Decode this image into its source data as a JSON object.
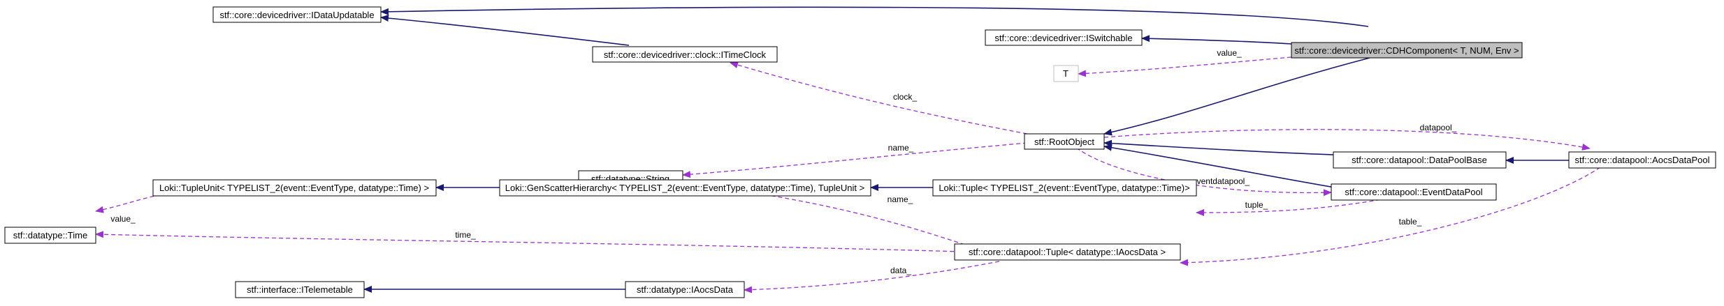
{
  "colors": {
    "inheritance_edge": "#191970",
    "usage_edge": "#9a32cd",
    "main_fill": "#bfbfbf",
    "node_fill": "#ffffff",
    "node_border": "#000000",
    "template_param_border": "#bfbfbf"
  },
  "nodes": [
    {
      "id": "idataupdatable",
      "label": "stf::core::devicedriver::IDataUpdatable"
    },
    {
      "id": "iswitchable",
      "label": "stf::core::devicedriver::ISwitchable"
    },
    {
      "id": "cdhcomponent",
      "label": "stf::core::devicedriver::CDHComponent< T, NUM, Env >",
      "main": true
    },
    {
      "id": "itimeclock",
      "label": "stf::core::devicedriver::clock::ITimeClock"
    },
    {
      "id": "t",
      "label": "T"
    },
    {
      "id": "rootobject",
      "label": "stf::RootObject"
    },
    {
      "id": "string",
      "label": "stf::datatype::String"
    },
    {
      "id": "datapoolbase",
      "label": "stf::core::datapool::DataPoolBase"
    },
    {
      "id": "aocsdatapool",
      "label": "stf::core::datapool::AocsDataPool"
    },
    {
      "id": "eventdatapool",
      "label": "stf::core::datapool::EventDataPool"
    },
    {
      "id": "tupleunit",
      "label": "Loki::TupleUnit< TYPELIST_2(event::EventType, datatype::Time) >"
    },
    {
      "id": "genscatter",
      "label": "Loki::GenScatterHierarchy< TYPELIST_2(event::EventType, datatype::Time), TupleUnit >"
    },
    {
      "id": "lokituple",
      "label": "Loki::Tuple< TYPELIST_2(event::EventType, datatype::Time)>"
    },
    {
      "id": "time",
      "label": "stf::datatype::Time"
    },
    {
      "id": "dptuple",
      "label": "stf::core::datapool::Tuple< datatype::IAocsData >"
    },
    {
      "id": "itelemetable",
      "label": "stf::interface::ITelemetable"
    },
    {
      "id": "iaocsdata",
      "label": "stf::datatype::IAocsData"
    }
  ],
  "edges": [
    {
      "id": "e1",
      "kind": "inheritance",
      "from": "cdhcomponent",
      "to": "idataupdatable",
      "label": ""
    },
    {
      "id": "e2",
      "kind": "inheritance",
      "from": "itimeclock",
      "to": "idataupdatable",
      "label": ""
    },
    {
      "id": "e3",
      "kind": "inheritance",
      "from": "cdhcomponent",
      "to": "iswitchable",
      "label": ""
    },
    {
      "id": "e4",
      "kind": "usage",
      "from": "cdhcomponent",
      "to": "t",
      "label": "value_"
    },
    {
      "id": "e5",
      "kind": "inheritance",
      "from": "cdhcomponent",
      "to": "rootobject",
      "label": ""
    },
    {
      "id": "e6",
      "kind": "usage",
      "from": "rootobject",
      "to": "itimeclock",
      "label": "clock_"
    },
    {
      "id": "e7",
      "kind": "usage",
      "from": "rootobject",
      "to": "string",
      "label": "name_"
    },
    {
      "id": "e8",
      "kind": "usage",
      "from": "rootobject",
      "to": "aocsdatapool",
      "label": "datapool_"
    },
    {
      "id": "e9",
      "kind": "inheritance",
      "from": "datapoolbase",
      "to": "rootobject",
      "label": ""
    },
    {
      "id": "e10",
      "kind": "inheritance",
      "from": "aocsdatapool",
      "to": "datapoolbase",
      "label": ""
    },
    {
      "id": "e11",
      "kind": "inheritance",
      "from": "eventdatapool",
      "to": "rootobject",
      "label": ""
    },
    {
      "id": "e12",
      "kind": "usage",
      "from": "rootobject",
      "to": "eventdatapool",
      "label": "eventdatapool_"
    },
    {
      "id": "e13",
      "kind": "usage",
      "from": "eventdatapool",
      "to": "lokituple",
      "label": "tuple_"
    },
    {
      "id": "e14",
      "kind": "inheritance",
      "from": "lokituple",
      "to": "genscatter",
      "label": ""
    },
    {
      "id": "e15",
      "kind": "inheritance",
      "from": "genscatter",
      "to": "tupleunit",
      "label": ""
    },
    {
      "id": "e16",
      "kind": "usage",
      "from": "tupleunit",
      "to": "time",
      "label": "value_"
    },
    {
      "id": "e17",
      "kind": "usage",
      "from": "dptuple",
      "to": "time",
      "label": "time_"
    },
    {
      "id": "e18",
      "kind": "usage",
      "from": "dptuple",
      "to": "string",
      "label": "name_"
    },
    {
      "id": "e19",
      "kind": "usage",
      "from": "aocsdatapool",
      "to": "dptuple",
      "label": "table_"
    },
    {
      "id": "e20",
      "kind": "usage",
      "from": "dptuple",
      "to": "iaocsdata",
      "label": "data_"
    },
    {
      "id": "e21",
      "kind": "inheritance",
      "from": "iaocsdata",
      "to": "itelemetable",
      "label": ""
    }
  ]
}
